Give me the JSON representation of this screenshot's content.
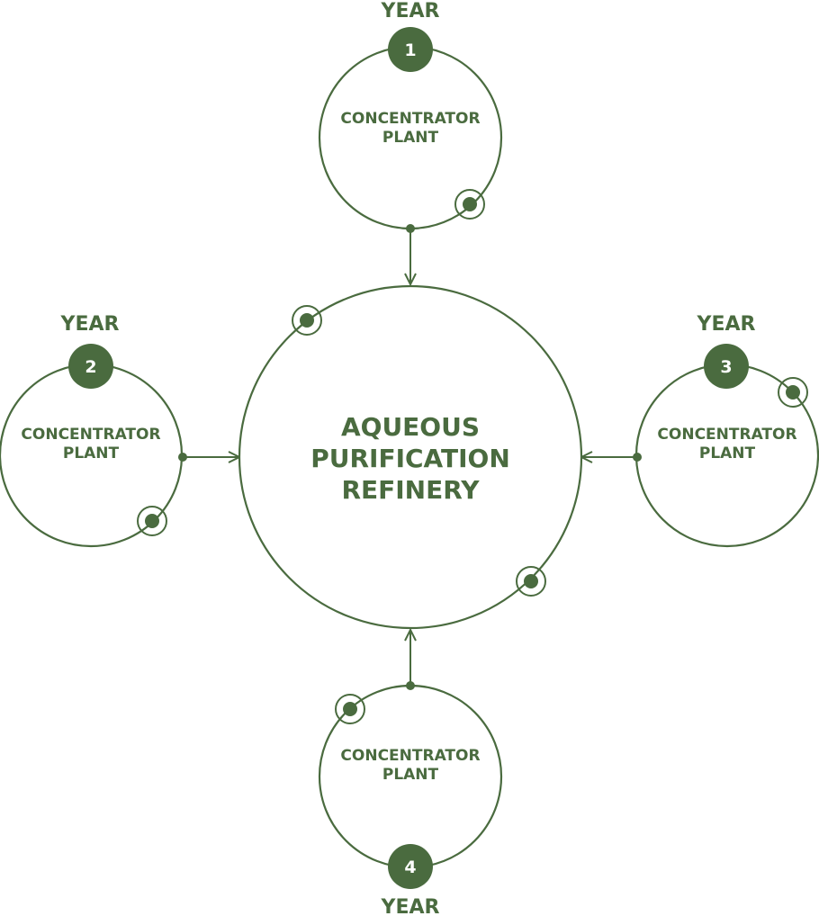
{
  "colors": {
    "primary": "#4a6b3f",
    "background": "#ffffff",
    "badge_text": "#ffffff"
  },
  "center": {
    "lines": [
      "AQUEOUS",
      "PURIFICATION",
      "REFINERY"
    ]
  },
  "plants": [
    {
      "year_label": "YEAR",
      "number": "1",
      "lines": [
        "CONCENTRATOR",
        "PLANT"
      ]
    },
    {
      "year_label": "YEAR",
      "number": "2",
      "lines": [
        "CONCENTRATOR",
        "PLANT"
      ]
    },
    {
      "year_label": "YEAR",
      "number": "3",
      "lines": [
        "CONCENTRATOR",
        "PLANT"
      ]
    },
    {
      "year_label": "YEAR",
      "number": "4",
      "lines": [
        "CONCENTRATOR",
        "PLANT"
      ]
    }
  ]
}
